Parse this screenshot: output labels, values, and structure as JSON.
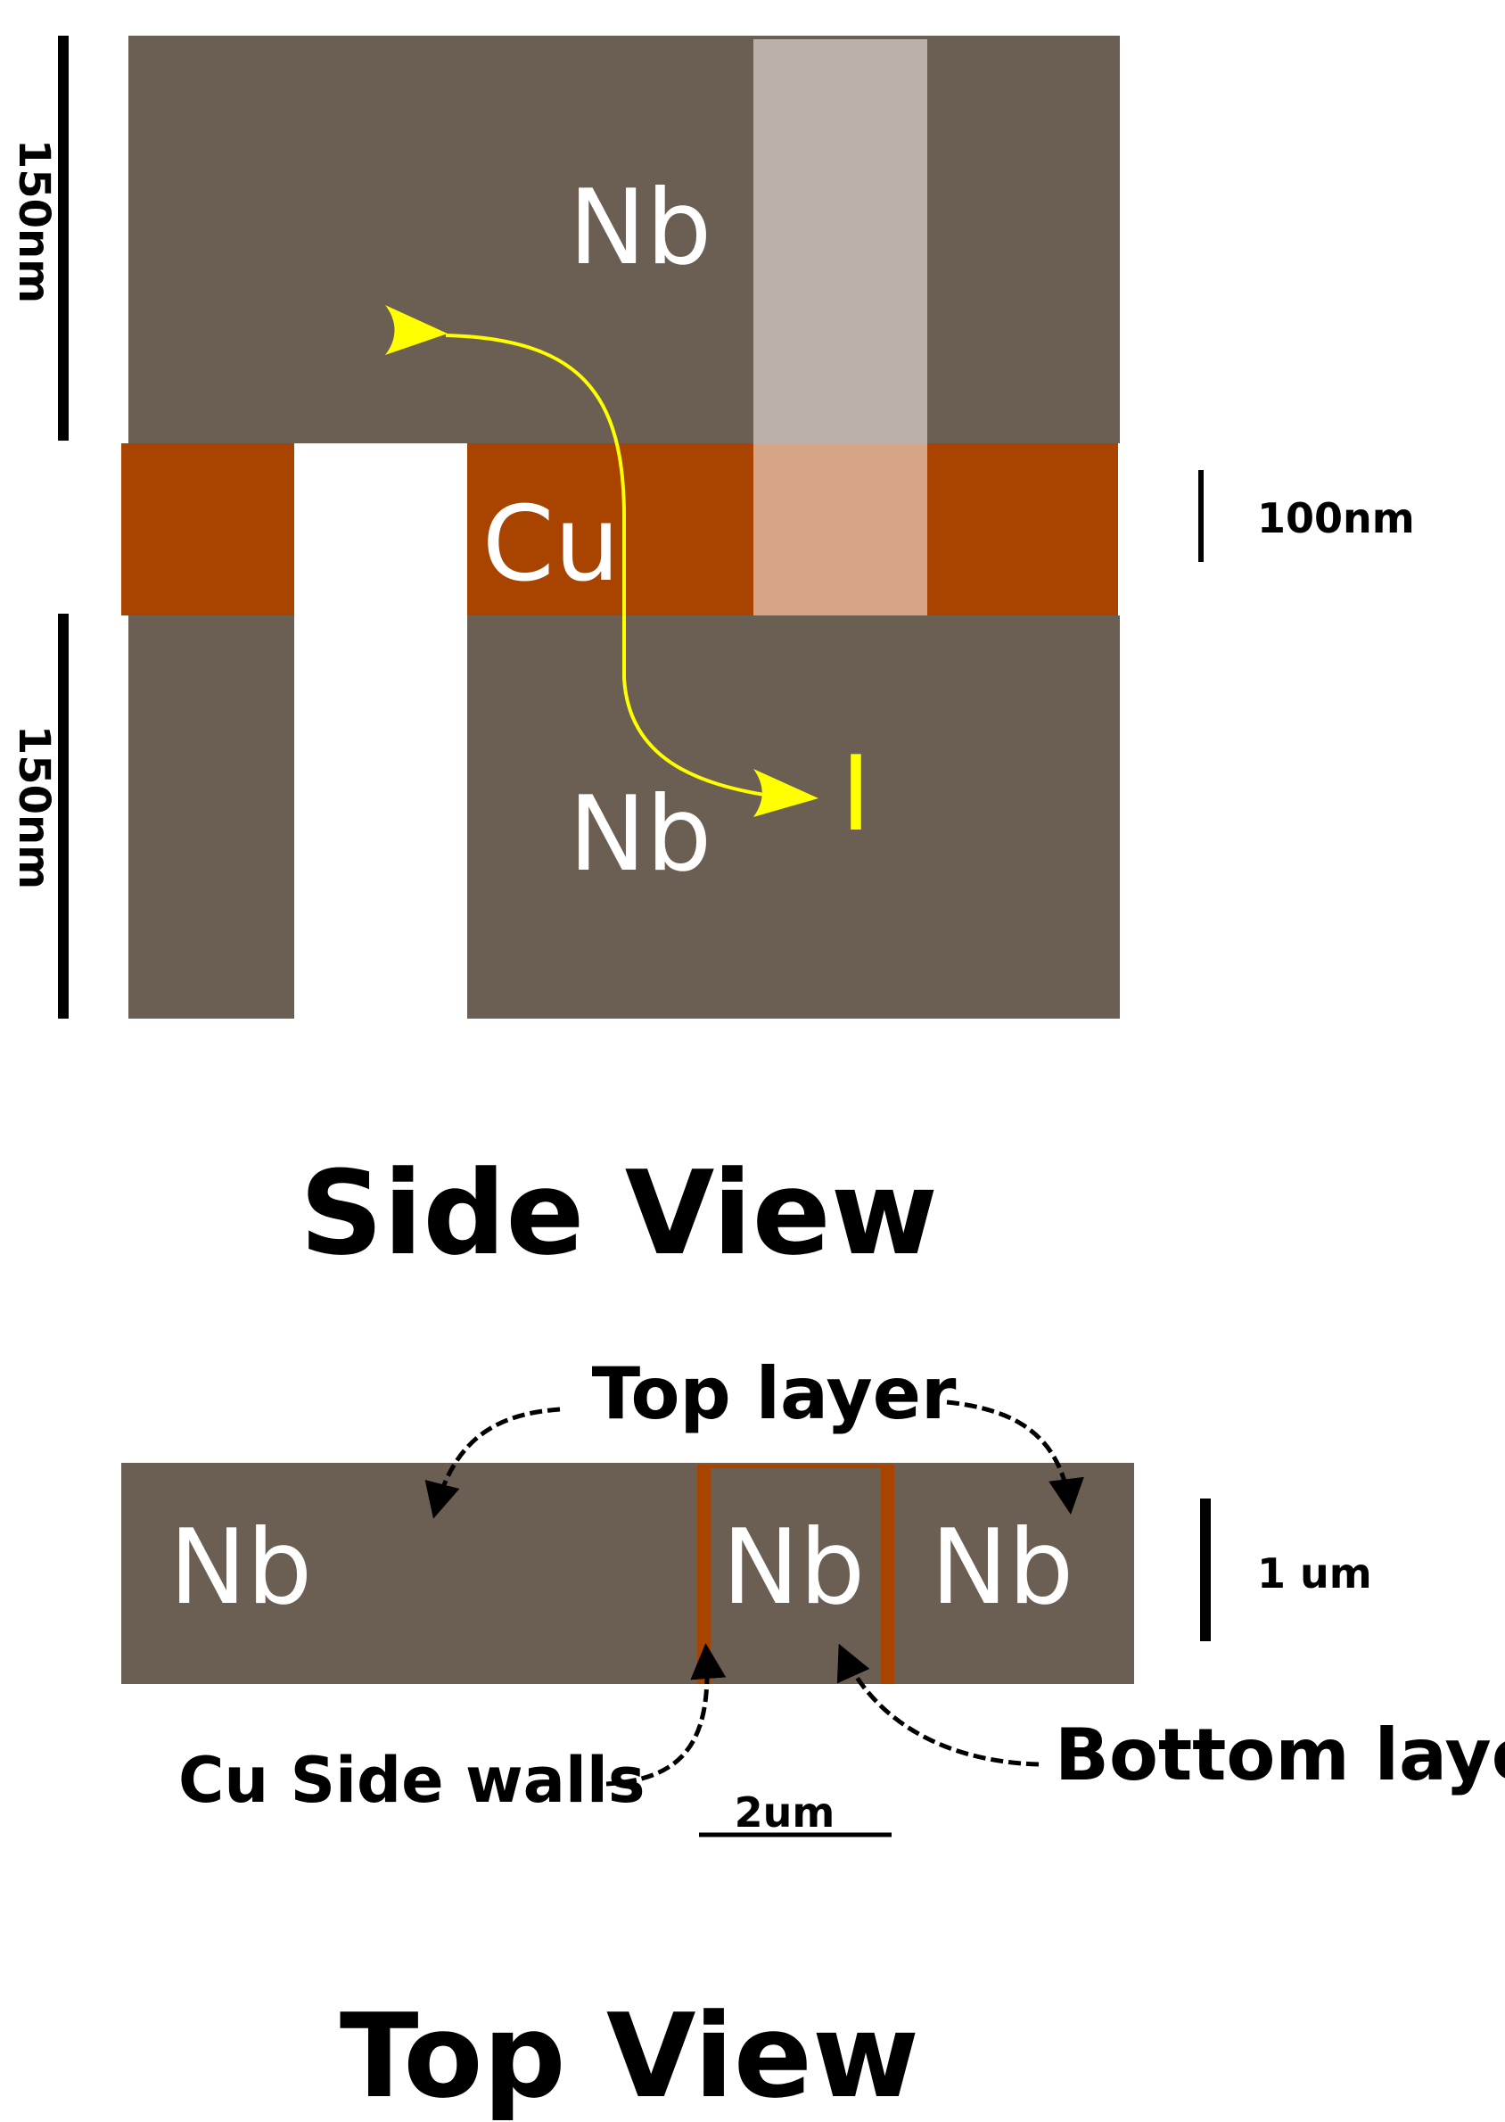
{
  "colors": {
    "nb": "#6b5e52",
    "cu": "#a84300",
    "nb_light": "#bab2aa",
    "cu_light": "#d5a585",
    "current": "#ffff00",
    "ink": "#000000",
    "text_on_dark": "#ffffff"
  },
  "side_view": {
    "title": "Side View",
    "top_layer_label": "Nb",
    "middle_layer_label": "Cu",
    "bottom_layer_label": "Nb",
    "current_label": "I",
    "scale_top": "150nm",
    "scale_middle": "100nm",
    "scale_bottom": "150nm"
  },
  "top_view": {
    "title": "Top View",
    "left_label": "Nb",
    "center_label": "Nb",
    "right_label": "Nb",
    "callout_top": "Top layer",
    "callout_bottom": "Bottom layer",
    "callout_walls": "Cu Side walls",
    "scale_height": "1 um",
    "scale_width": "2um"
  }
}
